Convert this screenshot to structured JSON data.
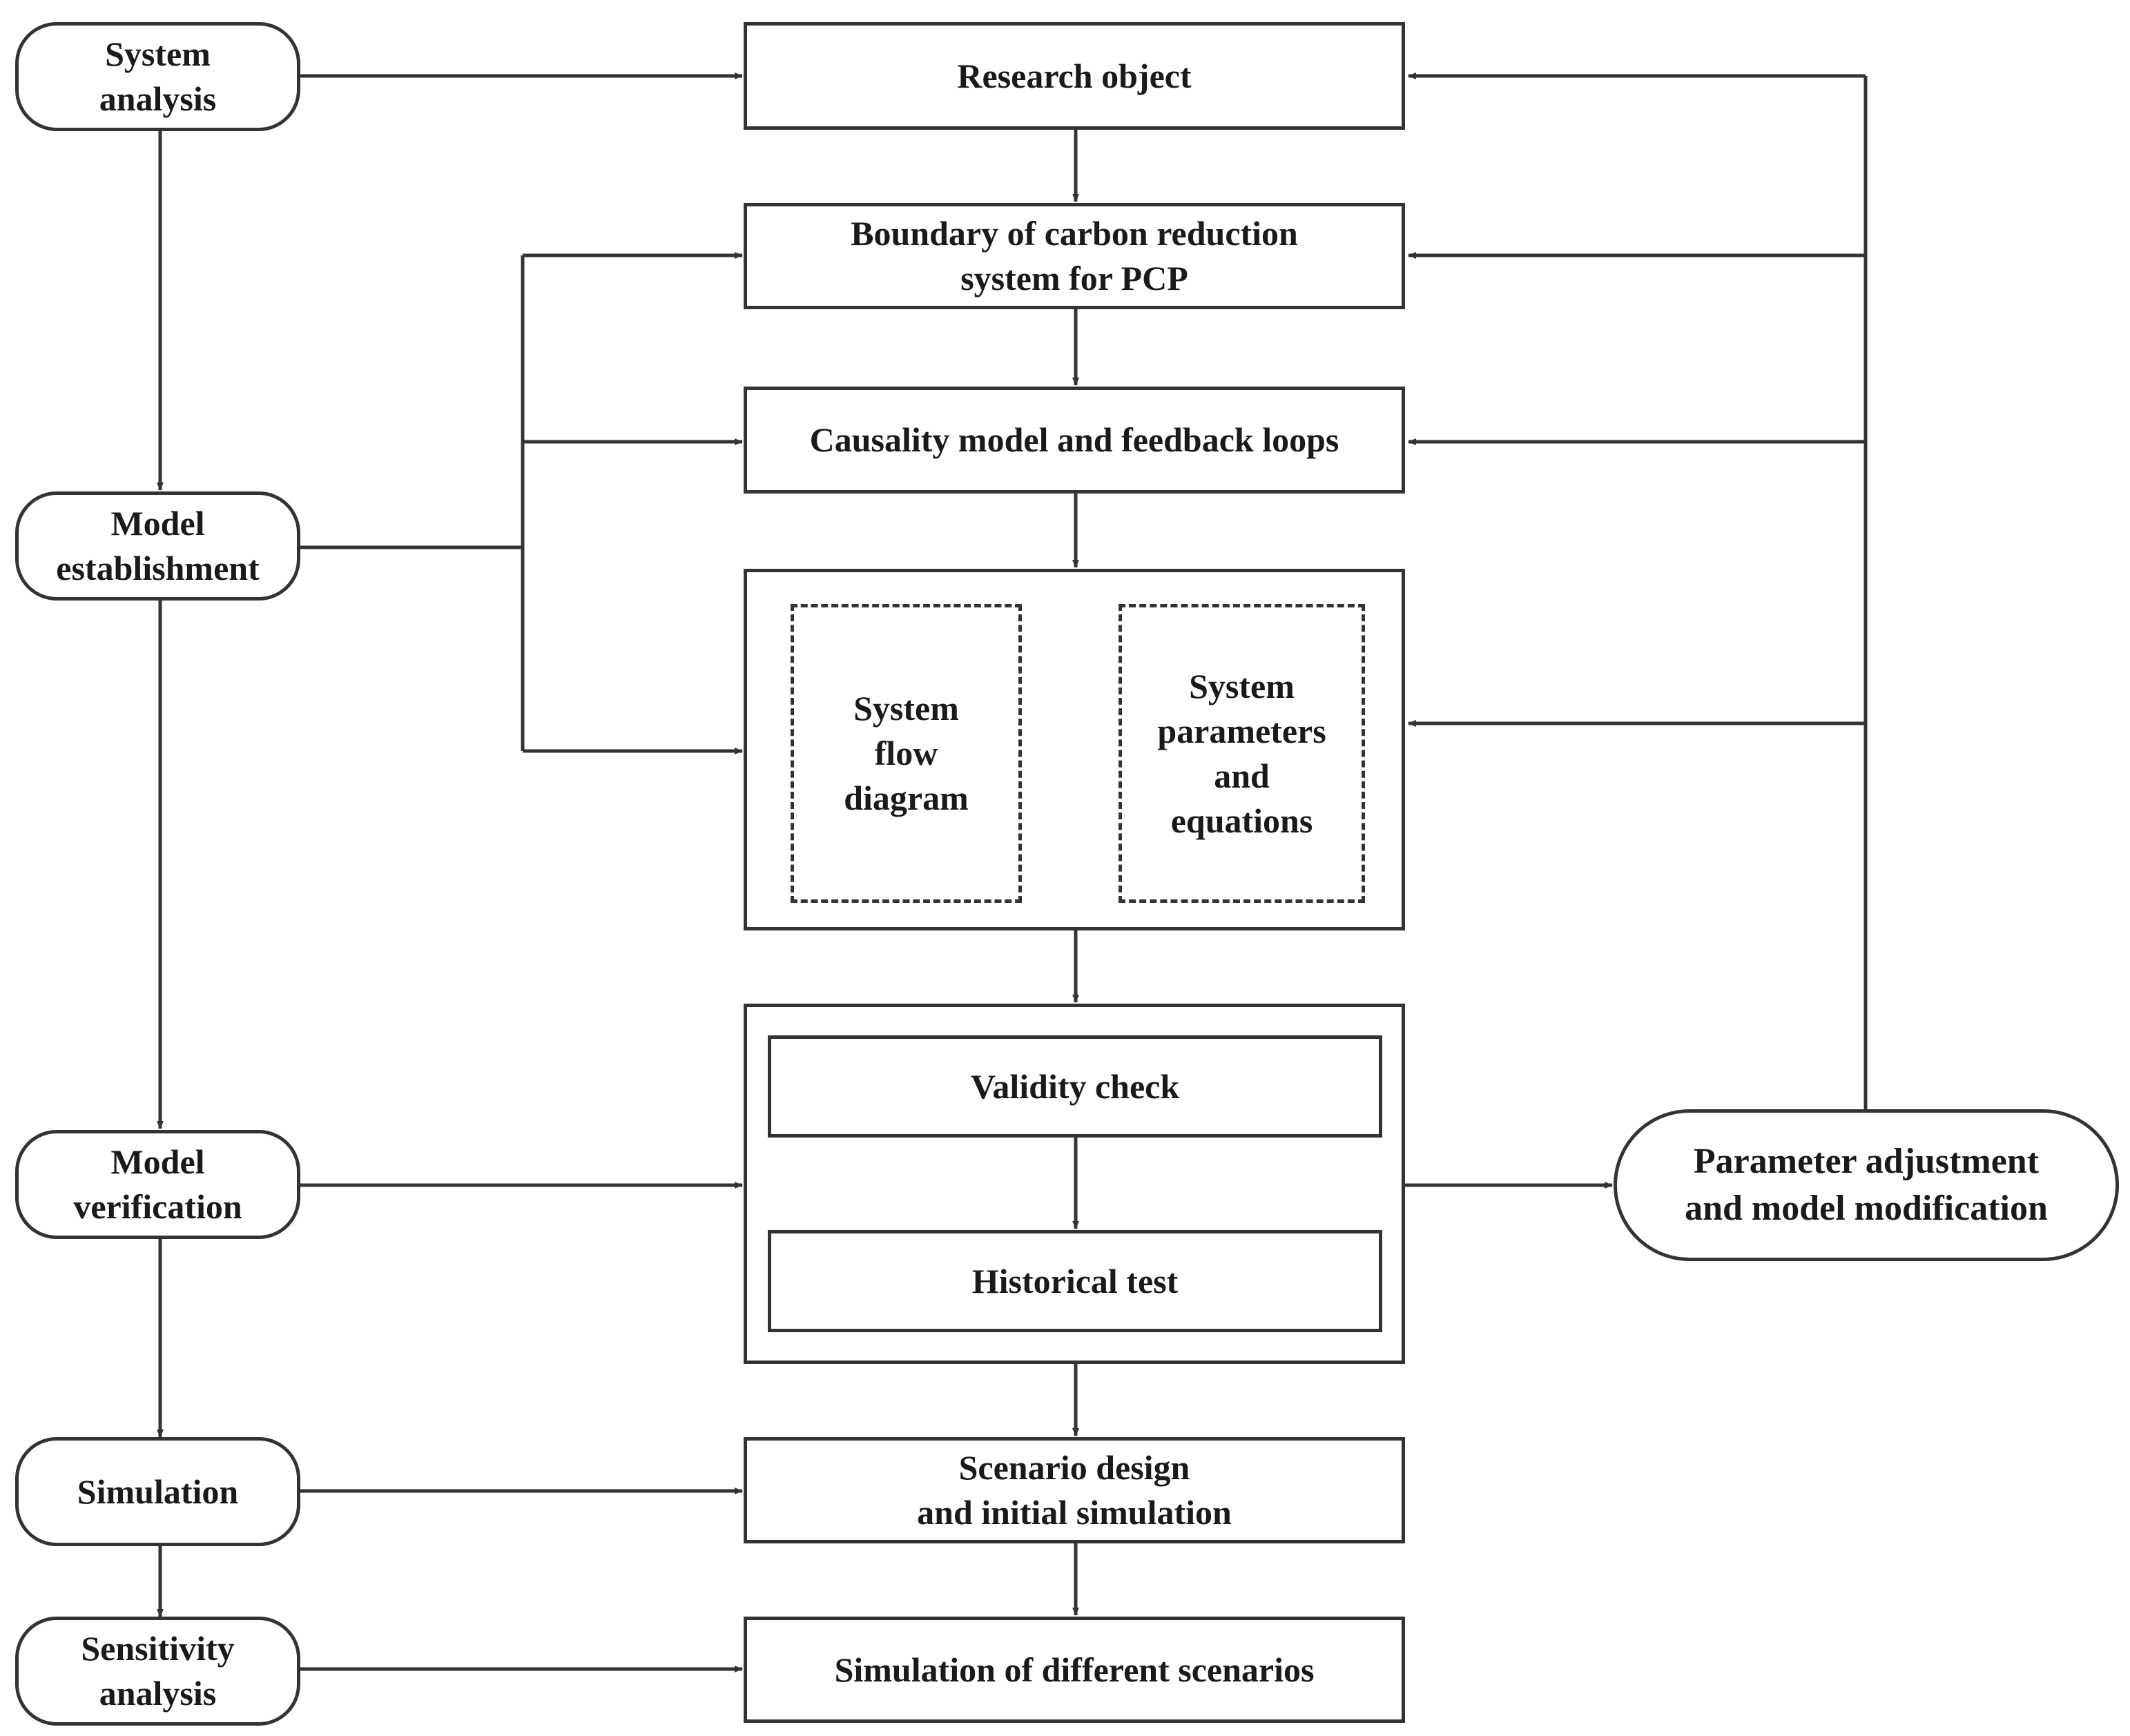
{
  "colors": {
    "stroke": "#333333",
    "text": "#1a1a1a",
    "background": "#ffffff"
  },
  "stages": {
    "system_analysis": "System\nanalysis",
    "model_establishment": "Model\nestablishment",
    "model_verification": "Model\nverification",
    "simulation": "Simulation",
    "sensitivity_analysis": "Sensitivity\nanalysis"
  },
  "steps": {
    "research_object": "Research object",
    "boundary": "Boundary of carbon reduction\nsystem for PCP",
    "causality": "Causality model and feedback loops",
    "flow_diagram": "System\nflow\ndiagram",
    "parameters": "System\nparameters\nand\nequations",
    "validity_check": "Validity check",
    "historical_test": "Historical test",
    "scenario_design": "Scenario design\nand initial simulation",
    "different_scenarios": "Simulation of  different scenarios"
  },
  "feedback": {
    "parameter_adjustment": "Parameter adjustment\nand model modification"
  }
}
